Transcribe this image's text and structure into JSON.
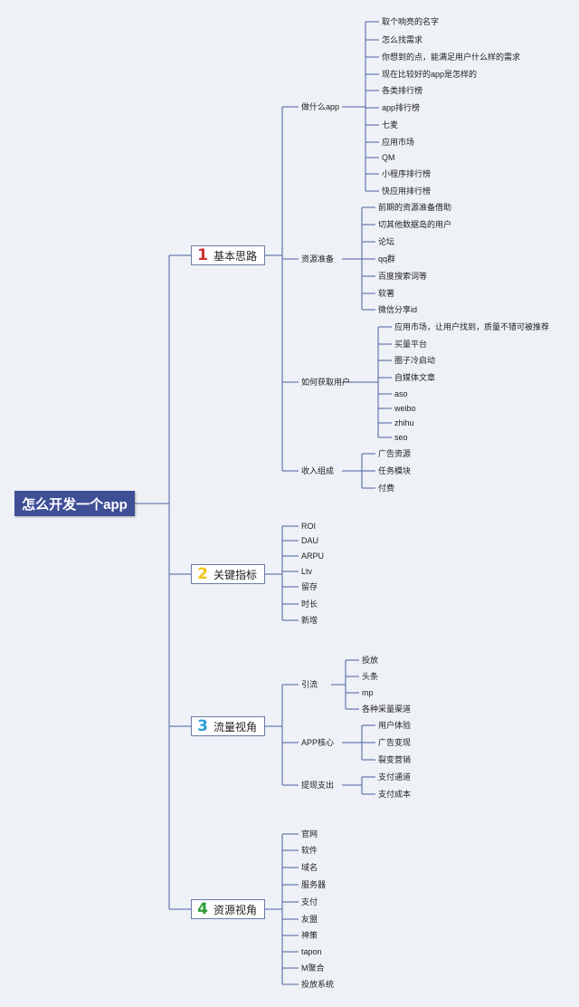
{
  "root": {
    "title": "怎么开发一个app"
  },
  "colors": {
    "root_bg": "#3e4f96",
    "line": "#4a5fa0"
  },
  "branches": [
    {
      "num": "1",
      "label": "基本思路",
      "num_color": "#d32f2f",
      "subs": [
        {
          "label": "做什么app",
          "leaves": [
            "取个响亮的名字",
            "怎么找需求",
            "你想到的点，能满足用户什么样的需求",
            "现在比较好的app是怎样的",
            "各类排行榜",
            "app排行榜",
            "七麦",
            "应用市场",
            "QM",
            "小程序排行榜",
            "快应用排行榜"
          ]
        },
        {
          "label": "资源准备",
          "leaves": [
            "前期的资源准备借助",
            "切其他数据岛的用户",
            "论坛",
            "qq群",
            "百度搜索词等",
            "软著",
            "微信分享id"
          ]
        },
        {
          "label": "如何获取用户",
          "leaves": [
            "应用市场，让用户找到，质量不错可被推荐",
            "买量平台",
            "圈子冷启动",
            "自媒体文章",
            "aso",
            "weibo",
            "zhihu",
            "seo"
          ]
        },
        {
          "label": "收入组成",
          "leaves": [
            "广告资源",
            "任务模块",
            "付费"
          ]
        }
      ]
    },
    {
      "num": "2",
      "label": "关键指标",
      "num_color": "#f0c419",
      "leaves": [
        "ROI",
        "DAU",
        "ARPU",
        "Ltv",
        "留存",
        "时长",
        "新增"
      ]
    },
    {
      "num": "3",
      "label": "流量视角",
      "num_color": "#2a9fd8",
      "subs": [
        {
          "label": "引流",
          "leaves": [
            "投放",
            "头条",
            "mp",
            "各种采量渠道"
          ]
        },
        {
          "label": "APP核心",
          "leaves": [
            "用户体验",
            "广告变现",
            "裂变营销"
          ]
        },
        {
          "label": "提现支出",
          "leaves": [
            "支付通道",
            "支付成本"
          ]
        }
      ]
    },
    {
      "num": "4",
      "label": "资源视角",
      "num_color": "#2e9d3a",
      "leaves": [
        "官网",
        "软件",
        "域名",
        "服务器",
        "支付",
        "友盟",
        "神策",
        "tapon",
        "M聚合",
        "投放系统"
      ]
    }
  ]
}
